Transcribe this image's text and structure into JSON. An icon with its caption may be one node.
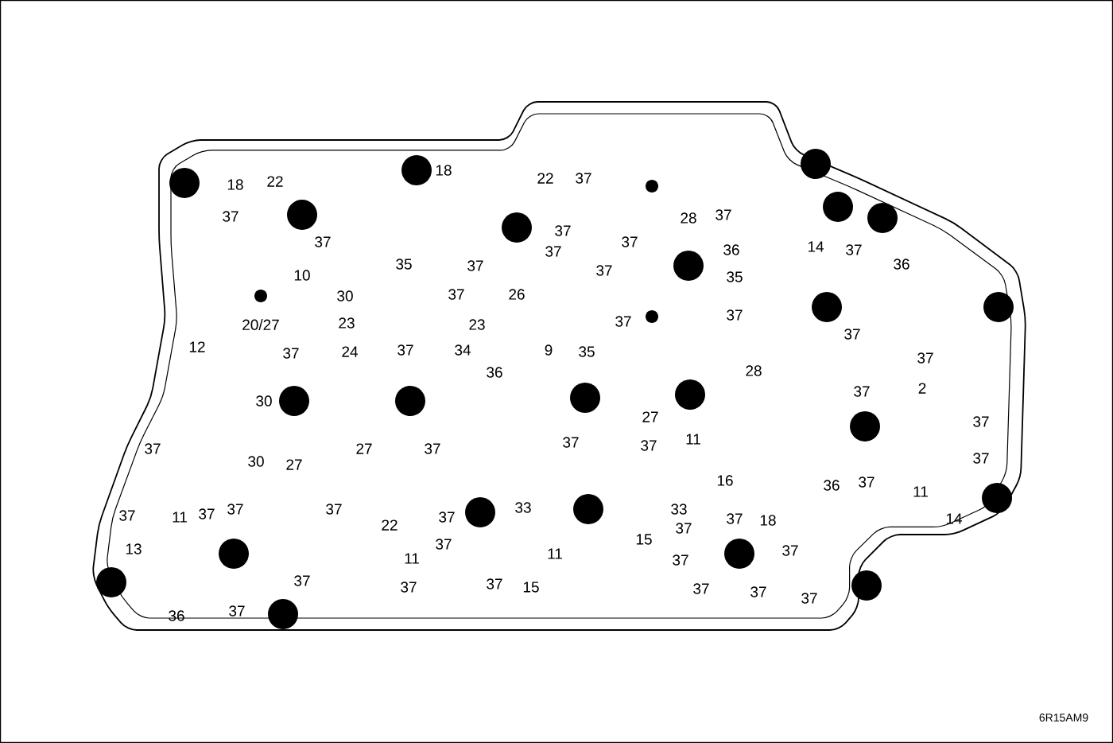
{
  "diagram": {
    "labels": [
      "18",
      "22",
      "18",
      "22",
      "37",
      "37",
      "28",
      "37",
      "14",
      "37",
      "36",
      "37",
      "37",
      "37",
      "36",
      "10",
      "35",
      "37",
      "37",
      "37",
      "35",
      "30",
      "37",
      "26",
      "37",
      "37",
      "20/27",
      "23",
      "23",
      "37",
      "12",
      "37",
      "24",
      "37",
      "34",
      "9",
      "35",
      "37",
      "36",
      "28",
      "37",
      "2",
      "30",
      "27",
      "37",
      "37",
      "30",
      "27",
      "27",
      "37",
      "37",
      "37",
      "11",
      "37",
      "16",
      "36",
      "37",
      "11",
      "37",
      "11",
      "37",
      "37",
      "37",
      "22",
      "37",
      "33",
      "33",
      "37",
      "18",
      "14",
      "37",
      "13",
      "11",
      "37",
      "15",
      "37",
      "11",
      "37",
      "37",
      "37",
      "37",
      "15",
      "37",
      "37",
      "37",
      "36",
      "37",
      "6R15AM9"
    ]
  }
}
